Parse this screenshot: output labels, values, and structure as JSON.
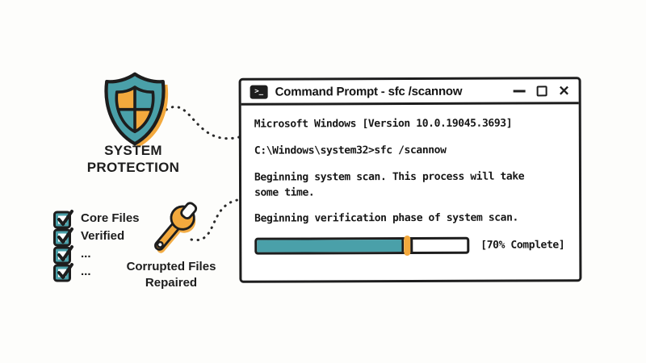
{
  "palette": {
    "teal": "#4AA0A9",
    "orange": "#F3A93D",
    "ink": "#1D1D1D",
    "background": "#FDFDFB"
  },
  "shield": {
    "label_lines": [
      "SYSTEM",
      "PROTECTION"
    ]
  },
  "checklist": {
    "items": [
      "Core Files",
      "Verified",
      "...",
      "..."
    ]
  },
  "wrench": {
    "label_lines": [
      "Corrupted Files",
      "Repaired"
    ]
  },
  "window": {
    "icon_glyph": ">_",
    "title": "Command Prompt - sfc /scannow",
    "controls": {
      "close_glyph": "✕"
    },
    "terminal": {
      "version_line": "Microsoft Windows [Version 10.0.19045.3693]",
      "prompt_line": "C:\\Windows\\system32>sfc /scannow",
      "scan_notice": "Beginning system scan. This process will take some time.",
      "verification_line": "Beginning verification phase of system scan."
    },
    "progress": {
      "percent": 70,
      "label": "[70% Complete]"
    }
  }
}
